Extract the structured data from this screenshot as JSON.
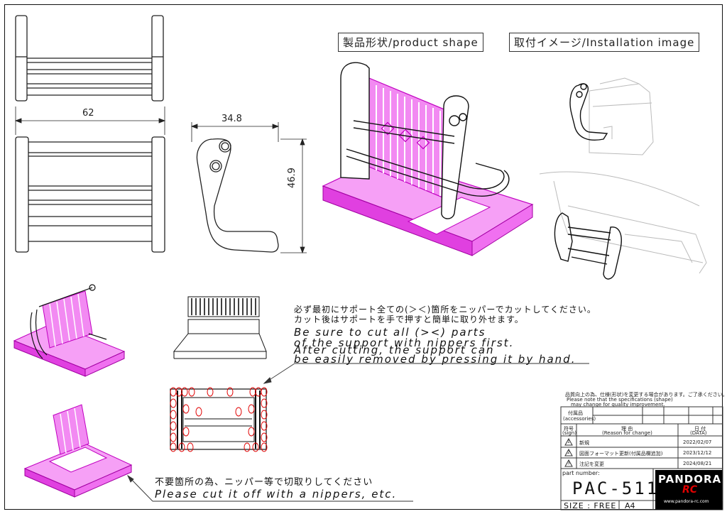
{
  "labels": {
    "product_shape": "製品形状/product shape",
    "installation_image": "取付イメージ/Installation image"
  },
  "dimensions": {
    "width": "62",
    "part_width": "34.8",
    "part_height": "46.9"
  },
  "notes": {
    "jp_cut_1": "必ず最初にサポート全ての(＞＜)箇所をニッパーでカットしてください。",
    "jp_cut_2": "カット後はサポートを手で押すと簡単に取り外せます。",
    "en_cut_1": "Be sure to cut all (><) parts",
    "en_cut_2": " of the support with nippers first.",
    "en_cut_3": "After cutting, the support can",
    "en_cut_4": " be easily removed by pressing it by hand.",
    "jp_unneeded": "不要箇所の為、ニッパー等で切取りしてください",
    "en_unneeded": "Please cut it off with a nippers, etc."
  },
  "title_block": {
    "spec_note_jp": "品質向上の為、仕様(形状)を変更する場合があります。ご了承ください。",
    "spec_note_en_1": "Please note that the specifications (shape)",
    "spec_note_en_2": "may change for quality improvement.",
    "accessories_jp": "付属品",
    "accessories_en": "(accessories)",
    "sign_jp": "符号",
    "sign_en": "(sign)",
    "reason_jp": "理 由",
    "reason_en": "(Reason for change)",
    "date_jp": "日 付",
    "date_en": "(DATA)",
    "changes": [
      {
        "sign": "1",
        "reason": "新規",
        "date": "2022/02/07"
      },
      {
        "sign": "2",
        "reason": "図面フォーマット更新(付属品欄追加)",
        "date": "2023/12/12"
      },
      {
        "sign": "3",
        "reason": "注記を変更",
        "date": "2024/08/21"
      }
    ],
    "part_number_label": "part number:",
    "part_number": "PAC-511",
    "size_label": "SIZE : FREE",
    "paper": "A4",
    "brand": "PANDORA",
    "brand_sub": "RC",
    "website": "www.pandora-rc.com"
  }
}
